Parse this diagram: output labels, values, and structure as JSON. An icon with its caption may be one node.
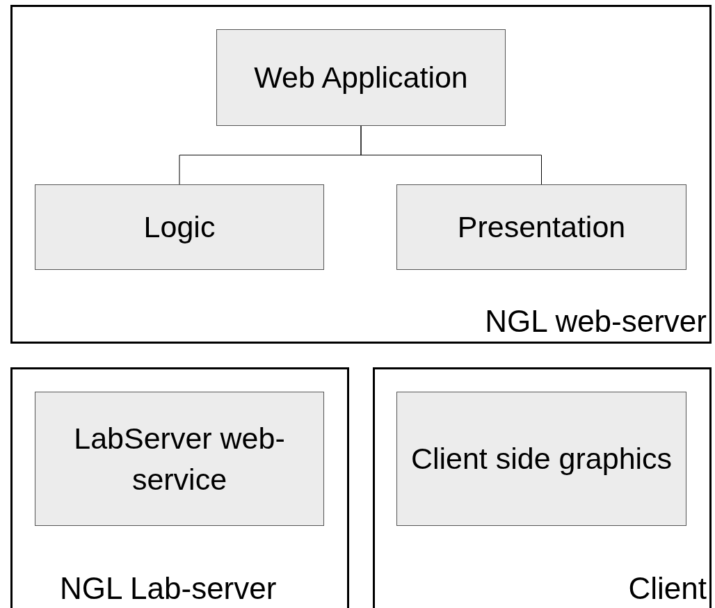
{
  "diagram": {
    "nodes": [
      {
        "text": [
          "NGL web-server"
        ]
      },
      {
        "text": [
          "Web Application"
        ],
        "in": 0
      },
      {
        "text": [
          "Logic"
        ],
        "in": 0
      },
      {
        "text": [
          "Presentation"
        ],
        "in": 0
      },
      {
        "text": [
          "NGL Lab-server"
        ]
      },
      {
        "text": [
          "LabServer web-service"
        ],
        "in": 4
      },
      {
        "text": [
          "Client"
        ]
      },
      {
        "text": [
          "Client side graphics"
        ],
        "in": 6
      }
    ],
    "edges": [
      {
        "from": 1,
        "to": 2,
        "arrow": "none"
      },
      {
        "from": 1,
        "to": 3,
        "arrow": "none"
      }
    ]
  }
}
